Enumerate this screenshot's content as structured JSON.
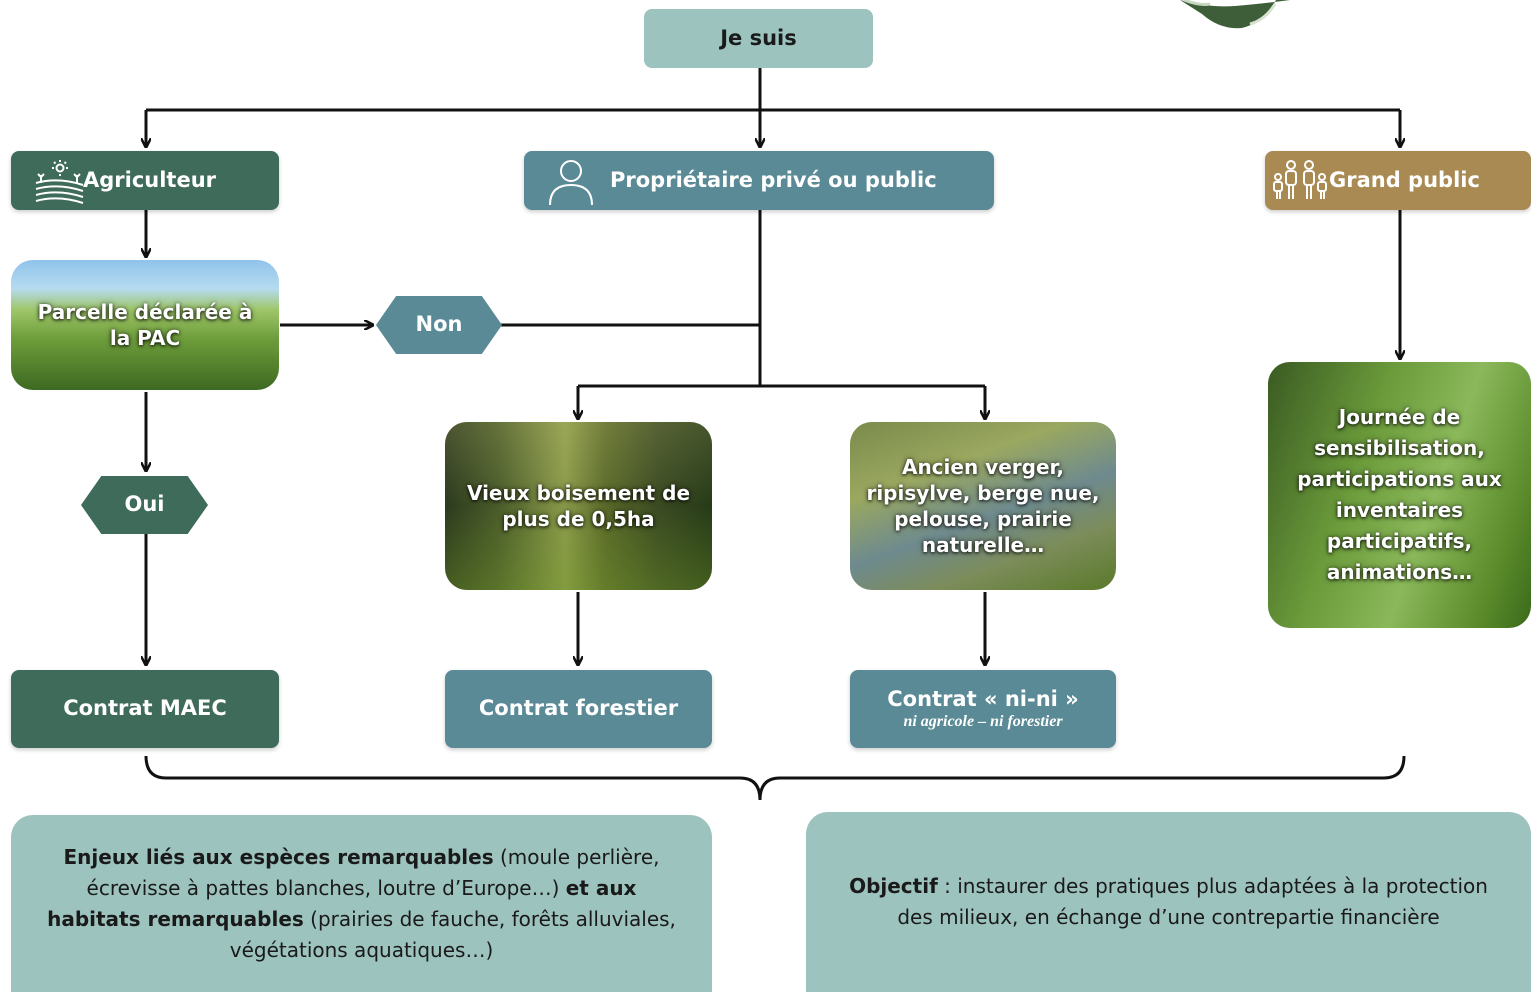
{
  "root": {
    "label": "Je suis"
  },
  "categories": {
    "agriculteur": "Agriculteur",
    "proprietaire": "Propriétaire privé ou public",
    "grand_public": "Grand public"
  },
  "agri_branch": {
    "parcelle": "Parcelle déclarée à la PAC",
    "non": "Non",
    "oui": "Oui",
    "contrat_maec": "Contrat MAEC"
  },
  "proprio_branch": {
    "boisement": "Vieux boisement de plus de 0,5ha",
    "contrat_forestier": "Contrat forestier",
    "verger": "Ancien verger, ripisylve, berge nue, pelouse, prairie naturelle…",
    "contrat_nini_title": "Contrat « ni-ni »",
    "contrat_nini_sub": "ni agricole – ni forestier"
  },
  "public_branch": {
    "journee": "Journée de sensibilisation, participations aux inventaires participatifs, animations…"
  },
  "bottom": {
    "enjeux_b1": "Enjeux liés aux espèces remarquables",
    "enjeux_t1": " (moule perlière, écrevisse à pattes blanches, loutre d’Europe…) ",
    "enjeux_b2": "et aux habitats remarquables",
    "enjeux_t2": " (prairies de fauche, forêts alluviales, végétations aquatiques…)",
    "objectif_b": "Objectif",
    "objectif_t": " : instaurer des pratiques plus adaptées à la protection des milieux, en échange d’une contrepartie financière"
  },
  "colors": {
    "dark_green": "#3f6b5b",
    "teal_blue": "#5a8a96",
    "light_teal": "#9cc3be",
    "gold": "#a98a52"
  },
  "icons": [
    "field-sun-icon",
    "person-outline-icon",
    "family-icon"
  ]
}
